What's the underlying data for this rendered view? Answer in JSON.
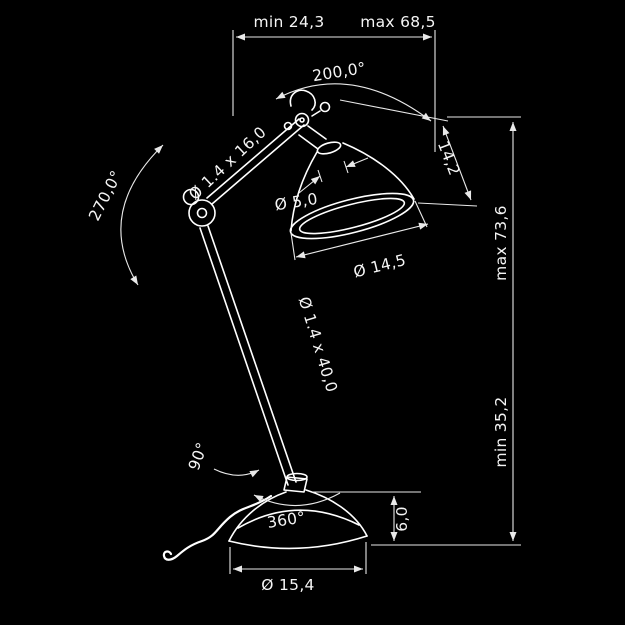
{
  "meta": {
    "background_color": "#000000",
    "outline_color": "#ffffff",
    "dimension_color": "#e9e9e9"
  },
  "labels": {
    "width_min": "min 24,3",
    "width_max": "max 68,5",
    "head_angle": "200,0°",
    "upper_tube": "Ø 1.4 x 16,0",
    "elbow_angle": "270,0°",
    "shade_height": "14,2",
    "socket_diameter": "Ø 5,0",
    "shade_diameter": "Ø 14,5",
    "height_min": "min 35,2",
    "height_max": "max 73,6",
    "lower_tube": "Ø 1.4 x 40,0",
    "base_joint_angle": "90°",
    "base_rotation": "360°",
    "base_height": "6,0",
    "base_diameter": "Ø 15,4"
  }
}
